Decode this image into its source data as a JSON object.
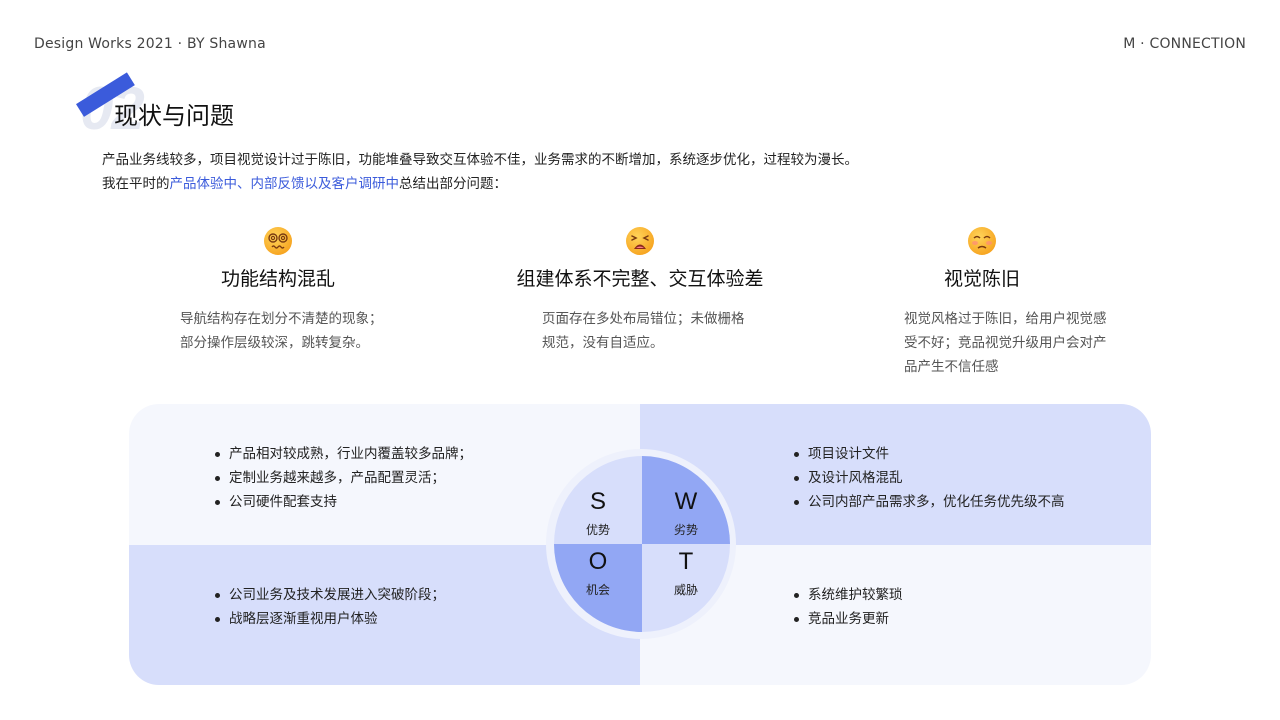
{
  "header": {
    "left": "Design Works 2021 · BY Shawna",
    "right": "M · CONNECTION"
  },
  "section": {
    "number": "02",
    "title": "现状与问题"
  },
  "intro": {
    "line1": "产品业务线较多，项目视觉设计过于陈旧，功能堆叠导致交互体验不佳，业务需求的不断增加，系统逐步优化，过程较为漫长。",
    "line2_prefix": "我在平时的",
    "line2_highlight": "产品体验中、内部反馈以及客户调研中",
    "line2_suffix": "总结出部分问题："
  },
  "problems": [
    {
      "icon": "dizzy-face-icon",
      "title": "功能结构混乱",
      "desc": "导航结构存在划分不清楚的现象；部分操作层级较深，跳转复杂。"
    },
    {
      "icon": "weary-face-icon",
      "title": "组建体系不完整、交互体验差",
      "desc": "页面存在多处布局错位；未做栅格规范，没有自适应。"
    },
    {
      "icon": "pleading-face-icon",
      "title": "视觉陈旧",
      "desc": "视觉风格过于陈旧，给用户视觉感受不好；竞品视觉升级用户会对产品产生不信任感"
    }
  ],
  "swot": {
    "strengths": {
      "letter": "S",
      "label": "优势",
      "items": [
        "产品相对较成熟，行业内覆盖较多品牌；",
        "定制业务越来越多，产品配置灵活；",
        "公司硬件配套支持"
      ]
    },
    "weaknesses": {
      "letter": "W",
      "label": "劣势",
      "items": [
        "项目设计文件",
        "及设计风格混乱",
        "公司内部产品需求多，优化任务优先级不高"
      ]
    },
    "opportunities": {
      "letter": "O",
      "label": "机会",
      "items": [
        "公司业务及技术发展进入突破阶段；",
        "战略层逐渐重视用户体验"
      ]
    },
    "threats": {
      "letter": "T",
      "label": "威胁",
      "items": [
        "系统维护较繁琐",
        "竞品业务更新"
      ]
    }
  },
  "colors": {
    "accent": "#3b5bdb",
    "swot_light": "#d7defb",
    "swot_mid": "#92a7f4",
    "swot_pale": "#f5f7fd"
  }
}
